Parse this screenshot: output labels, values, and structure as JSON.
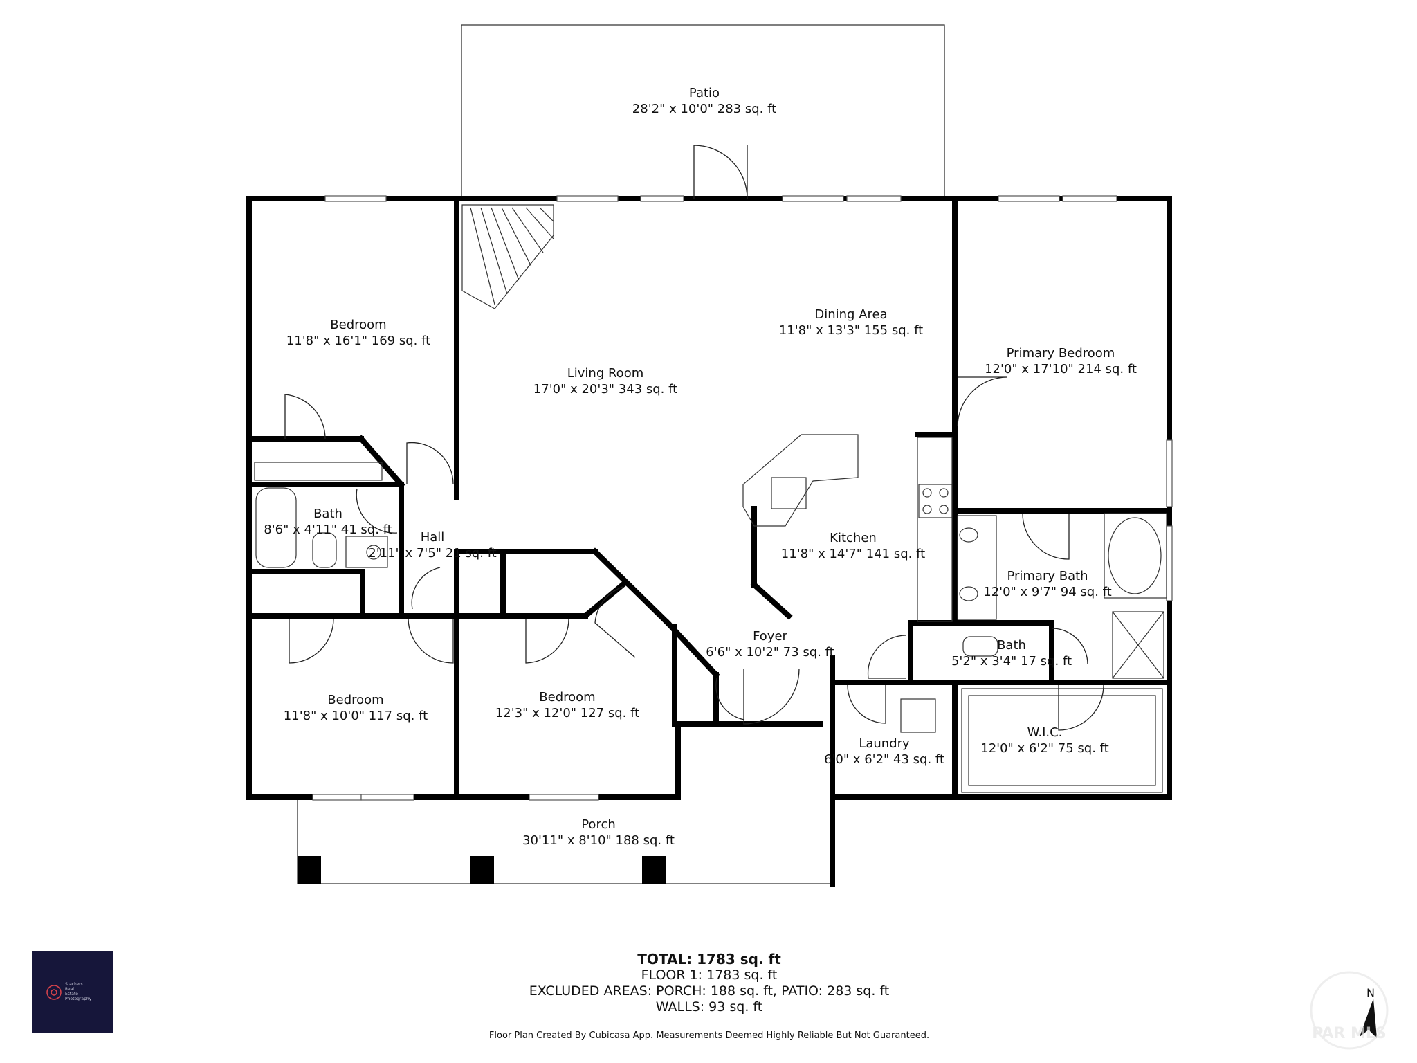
{
  "rooms": {
    "patio": {
      "name": "Patio",
      "dims": "28'2\" x 10'0\" 283 sq. ft"
    },
    "bedroom_nw": {
      "name": "Bedroom",
      "dims": "11'8\" x 16'1\" 169 sq. ft"
    },
    "living_room": {
      "name": "Living Room",
      "dims": "17'0\" x 20'3\" 343 sq. ft"
    },
    "dining_area": {
      "name": "Dining Area",
      "dims": "11'8\" x 13'3\" 155 sq. ft"
    },
    "primary_bedroom": {
      "name": "Primary Bedroom",
      "dims": "12'0\" x 17'10\" 214 sq. ft"
    },
    "bath_w": {
      "name": "Bath",
      "dims": "8'6\" x 4'11\" 41 sq. ft"
    },
    "hall": {
      "name": "Hall",
      "dims": "2'11\" x 7'5\" 21 sq. ft"
    },
    "kitchen": {
      "name": "Kitchen",
      "dims": "11'8\" x 14'7\" 141 sq. ft"
    },
    "primary_bath": {
      "name": "Primary Bath",
      "dims": "12'0\" x 9'7\" 94 sq. ft"
    },
    "foyer": {
      "name": "Foyer",
      "dims": "6'6\" x 10'2\" 73 sq. ft"
    },
    "bath_e": {
      "name": "Bath",
      "dims": "5'2\" x 3'4\" 17 sq. ft"
    },
    "bedroom_sw": {
      "name": "Bedroom",
      "dims": "11'8\" x 10'0\" 117 sq. ft"
    },
    "bedroom_s": {
      "name": "Bedroom",
      "dims": "12'3\" x 12'0\" 127 sq. ft"
    },
    "laundry": {
      "name": "Laundry",
      "dims": "6'0\" x 6'2\" 43 sq. ft"
    },
    "wic": {
      "name": "W.I.C.",
      "dims": "12'0\" x 6'2\" 75 sq. ft"
    },
    "porch": {
      "name": "Porch",
      "dims": "30'11\" x 8'10\" 188 sq. ft"
    }
  },
  "summary": {
    "total": "TOTAL: 1783 sq. ft",
    "floor1": "FLOOR 1: 1783 sq. ft",
    "excluded": "EXCLUDED AREAS: PORCH: 188 sq. ft, PATIO: 283 sq. ft",
    "walls": "WALLS: 93 sq. ft"
  },
  "disclaimer": "Floor Plan Created By Cubicasa App. Measurements Deemed Highly Reliable But Not Guaranteed.",
  "logo": {
    "line1": "Stackers",
    "line2": "Real",
    "line3": "Estate",
    "line4": "Photography",
    "bg_color": "#16163a",
    "accent_color": "#d9434b"
  },
  "compass_label": "N",
  "watermark": "PAR MLS",
  "colors": {
    "wall": "#000000",
    "fixture": "#333333"
  }
}
